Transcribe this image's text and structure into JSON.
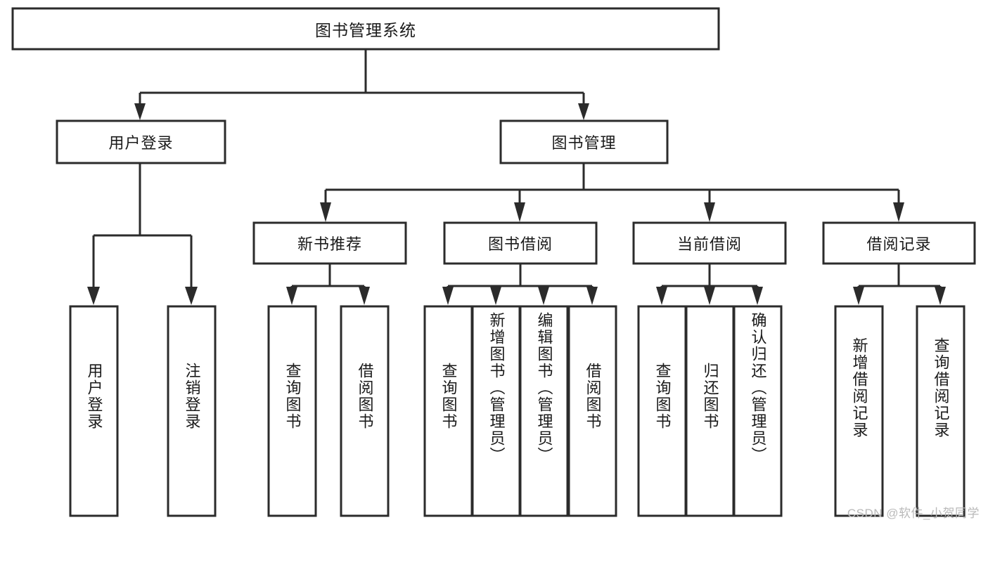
{
  "diagram": {
    "type": "tree-hierarchy-chart",
    "title": "图书管理系统",
    "watermark": "CSDN @软件_小贺同学",
    "colors": {
      "background": "#ffffff",
      "box_stroke": "#2b2b2b",
      "box_fill": "#ffffff",
      "text": "#1a1a1a",
      "watermark": "#b9b9b9"
    },
    "root": {
      "label": "图书管理系统",
      "level": 0
    },
    "level1": [
      {
        "label": "用户登录"
      },
      {
        "label": "图书管理"
      }
    ],
    "level2": [
      {
        "label": "新书推荐",
        "parent": "图书管理"
      },
      {
        "label": "图书借阅",
        "parent": "图书管理"
      },
      {
        "label": "当前借阅",
        "parent": "图书管理"
      },
      {
        "label": "借阅记录",
        "parent": "图书管理"
      }
    ],
    "leaves": {
      "user_login": [
        {
          "label": "用户登录"
        },
        {
          "label": "注销登录"
        }
      ],
      "new_book_recommend": [
        {
          "label": "查询图书"
        },
        {
          "label": "借阅图书"
        }
      ],
      "book_borrow": [
        {
          "label": "查询图书"
        },
        {
          "label": "新增图书（管理员）"
        },
        {
          "label": "编辑图书（管理员）"
        },
        {
          "label": "借阅图书"
        }
      ],
      "current_borrow": [
        {
          "label": "查询图书"
        },
        {
          "label": "归还图书"
        },
        {
          "label": "确认归还（管理员）"
        }
      ],
      "borrow_record": [
        {
          "label": "新增借阅记录"
        },
        {
          "label": "查询借阅记录"
        }
      ]
    }
  }
}
